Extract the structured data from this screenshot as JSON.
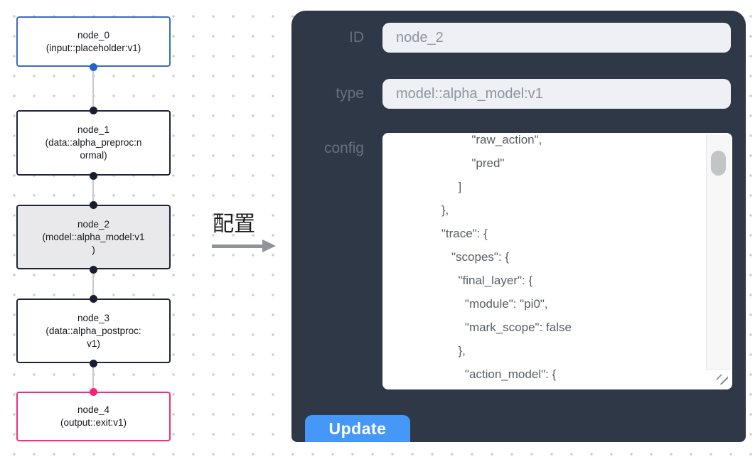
{
  "colors": {
    "canvas_dot": "#cbced4",
    "node_border_dark": "#20243a",
    "node_border_blue": "#3e6ac2",
    "node_border_pink": "#f0307c",
    "node_fill": "#ffffff",
    "node_fill_selected": "#e9e9eb",
    "node_text": "#15171c",
    "port_blue": "#2462d2",
    "port_dark": "#191d30",
    "port_pink": "#f5217b",
    "edge_line": "#c9c9c9",
    "arrow": "#909499",
    "flow_label_text": "#1c1c1c",
    "panel_bg": "#2e3847",
    "panel_label": "#68707e",
    "field_bg": "#eef0f5",
    "field_text": "#8e949e",
    "config_bg": "#ffffff",
    "config_text": "#585d66",
    "scrollbar_track": "#f7f7f8",
    "scrollbar_thumb": "#c3c4c6",
    "button_bg": "#4698f8",
    "button_text": "#ffffff"
  },
  "flow": {
    "nodes": [
      {
        "id": "node_0",
        "type": "input::placeholder:v1",
        "lines": [
          "node_0",
          "(input::placeholder:v1)"
        ]
      },
      {
        "id": "node_1",
        "type": "data::alpha_preproc:normal",
        "lines": [
          "node_1",
          "(data::alpha_preproc:n",
          "ormal)"
        ]
      },
      {
        "id": "node_2",
        "type": "model::alpha_model:v1",
        "lines": [
          "node_2",
          "(model::alpha_model:v1",
          ")"
        ],
        "selected": true
      },
      {
        "id": "node_3",
        "type": "data::alpha_postproc:v1",
        "lines": [
          "node_3",
          "(data::alpha_postproc:",
          "v1)"
        ]
      },
      {
        "id": "node_4",
        "type": "output::exit:v1",
        "lines": [
          "node_4",
          "(output::exit:v1)"
        ]
      }
    ],
    "arrow_label": "配置"
  },
  "panel": {
    "id_label": "ID",
    "id_value": "node_2",
    "type_label": "type",
    "type_value": "model::alpha_model:v1",
    "config_label": "config",
    "config_text": "                        \"raw_action\",\n                        \"pred\"\n                    ]\n               },\n               \"trace\": {\n                  \"scopes\": {\n                    \"final_layer\": {\n                      \"module\": \"pi0\",\n                      \"mark_scope\": false\n                    },\n                      \"action_model\": {",
    "update_label": "Update"
  }
}
